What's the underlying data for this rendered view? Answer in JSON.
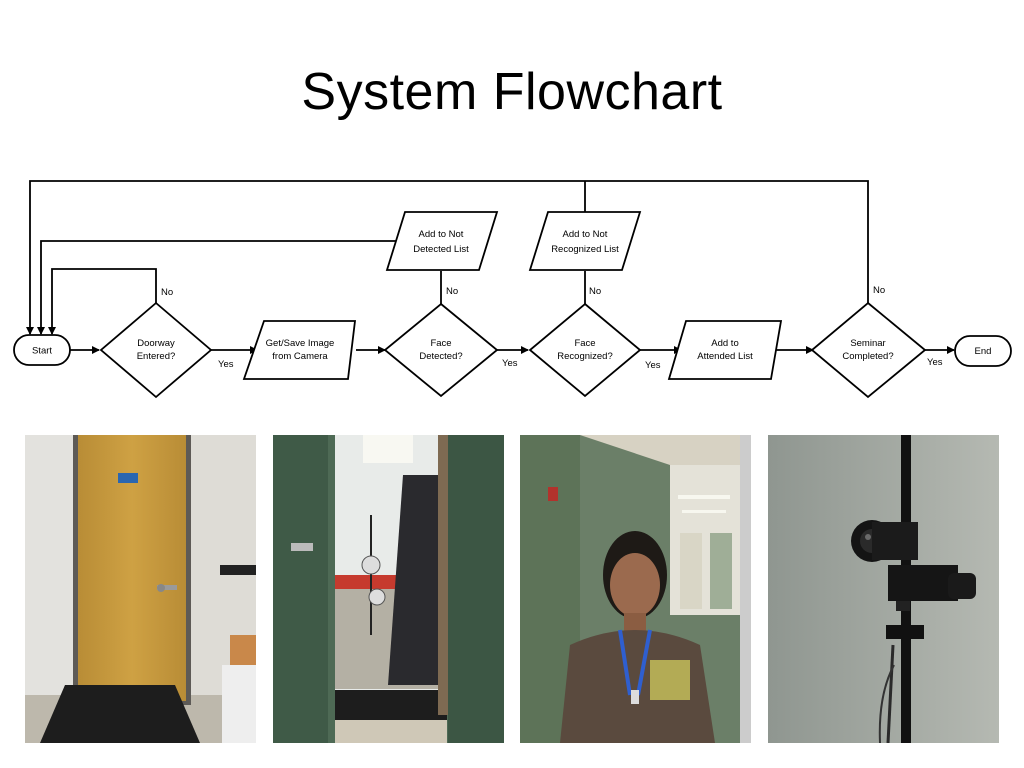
{
  "title": "System Flowchart",
  "flowchart": {
    "start": "Start",
    "end": "End",
    "doorway": [
      "Doorway",
      "Entered?"
    ],
    "get_image": [
      "Get/Save Image",
      "from Camera"
    ],
    "face_detected": [
      "Face",
      "Detected?"
    ],
    "face_recognized": [
      "Face",
      "Recognized?"
    ],
    "add_attended": [
      "Add to",
      "Attended List"
    ],
    "seminar": [
      "Seminar",
      "Completed?"
    ],
    "not_detected": [
      "Add to Not",
      "Detected List"
    ],
    "not_recognized": [
      "Add to Not",
      "Recognized List"
    ],
    "yes": "Yes",
    "no": "No"
  },
  "photos": [
    {
      "subject": "doorway-door"
    },
    {
      "subject": "open-doorway-room"
    },
    {
      "subject": "person-in-hallway"
    },
    {
      "subject": "camera-on-tripod"
    }
  ]
}
